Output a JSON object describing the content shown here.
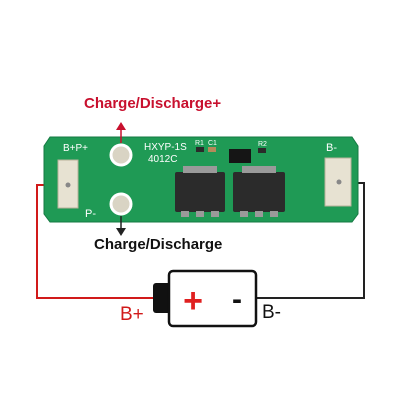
{
  "labels": {
    "top": "Charge/Discharge+",
    "bottom": "Charge/Discharge",
    "battery_plus": "B+",
    "battery_minus": "B-"
  },
  "board": {
    "pad_left_label": "B+P+",
    "pad_right_label": "B-",
    "pad_pminus_label": "P-",
    "model_line1": "HXYP-1S",
    "model_line2": "4012C",
    "r1_label": "R1",
    "c1_label": "C1",
    "r2_label": "R2"
  },
  "battery": {
    "plus_symbol": "+",
    "minus_symbol": "-"
  },
  "colors": {
    "pcb_green": "#1f9a55",
    "wire_red": "#d11a1a",
    "wire_black": "#222222",
    "plus_red": "#e02020"
  }
}
